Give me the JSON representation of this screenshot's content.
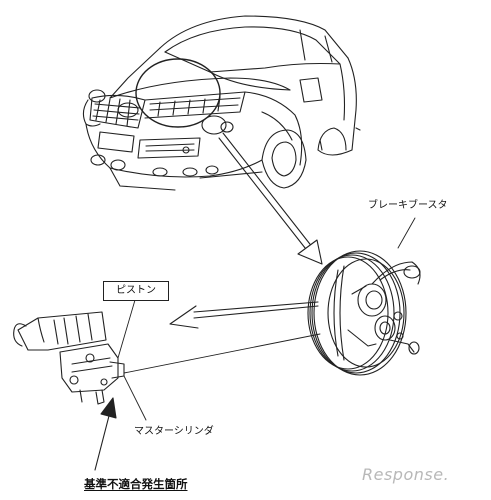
{
  "labels": {
    "brake_booster": "ブレーキブースタ",
    "piston": "ピストン",
    "master_cylinder": "マスターシリンダ",
    "defect_location": "基準不適合発生箇所"
  },
  "watermark": "Response.",
  "colors": {
    "line": "#222222",
    "watermark": "#b8b8b8"
  },
  "icons": [
    "car-outline-drawing",
    "brake-booster-drawing",
    "master-cylinder-drawing",
    "pointer-arrow"
  ]
}
